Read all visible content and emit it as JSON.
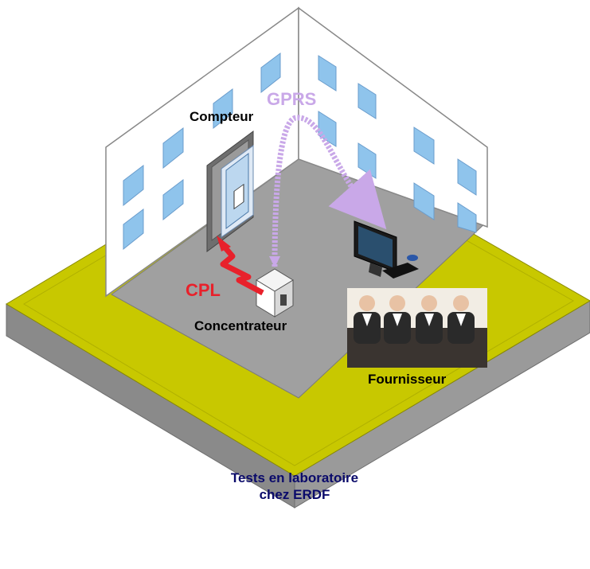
{
  "labels": {
    "compteur": "Compteur",
    "gprs": "GPRS",
    "cpl": "CPL",
    "concentrateur": "Concentrateur",
    "fournisseur": "Fournisseur",
    "tests_line1": "Tests en laboratoire",
    "tests_line2": "chez ERDF"
  },
  "colors": {
    "platform_top": "#c8c800",
    "platform_side": "#8c8c8c",
    "floor": "#a0a0a0",
    "wall": "#ffffff",
    "window": "#8fc4ec",
    "gprs": "#c9a8e8",
    "cpl": "#e8212b",
    "tests_text": "#0a0a6a"
  },
  "icons": [
    "electric-meter-icon",
    "concentrator-box-icon",
    "computer-icon",
    "people-photo"
  ]
}
